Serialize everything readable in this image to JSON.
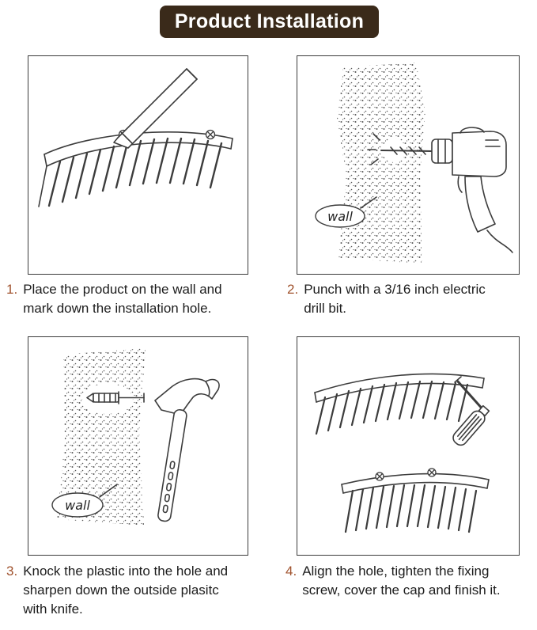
{
  "title": "Product Installation",
  "colors": {
    "banner_bg": "#3a2a1a",
    "banner_text": "#ffffff",
    "step_number": "#a0522d",
    "caption_text": "#1c1c1c",
    "line_art": "#3c3c3c",
    "background": "#ffffff"
  },
  "steps": [
    {
      "number": "1.",
      "text": "Place the product on the wall and mark down the installation hole."
    },
    {
      "number": "2.",
      "text": "Punch with a 3/16 inch electric drill bit."
    },
    {
      "number": "3.",
      "text": "Knock the plastic into the hole and sharpen down the outside plasitc with knife."
    },
    {
      "number": "4.",
      "text": "Align the hole, tighten the fixing screw, cover the cap and finish it."
    }
  ],
  "labels": {
    "wall": "wall"
  }
}
